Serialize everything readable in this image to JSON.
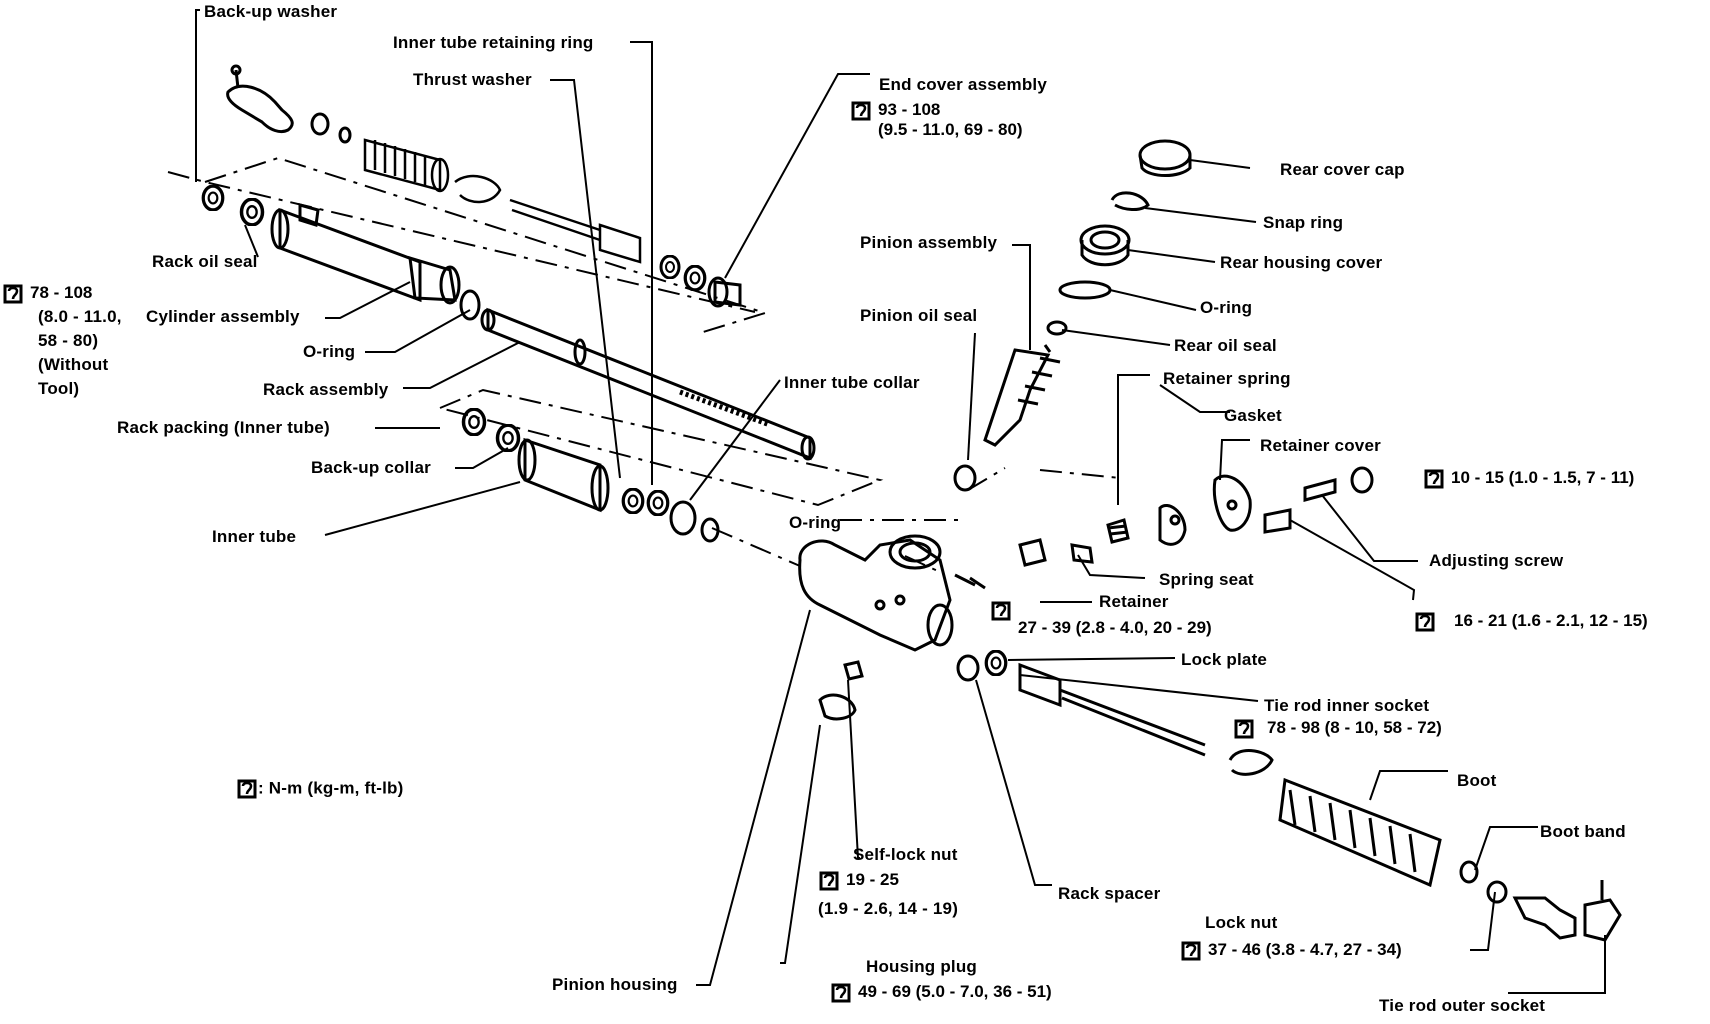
{
  "labels": {
    "backup_washer": "Back-up washer",
    "inner_tube_retaining_ring": "Inner tube retaining ring",
    "thrust_washer": "Thrust washer",
    "end_cover_assembly": "End cover assembly",
    "rear_cover_cap": "Rear cover cap",
    "snap_ring": "Snap ring",
    "rear_housing_cover": "Rear housing cover",
    "o_ring_rear": "O-ring",
    "rear_oil_seal": "Rear oil seal",
    "pinion_assembly": "Pinion assembly",
    "pinion_oil_seal": "Pinion oil seal",
    "rack_oil_seal": "Rack oil seal",
    "cylinder_assembly": "Cylinder assembly",
    "o_ring_left": "O-ring",
    "rack_assembly": "Rack assembly",
    "inner_tube_collar": "Inner tube collar",
    "retainer_spring": "Retainer spring",
    "gasket": "Gasket",
    "retainer_cover": "Retainer cover",
    "rack_packing": "Rack packing (Inner tube)",
    "backup_collar": "Back-up collar",
    "o_ring_center": "O-ring",
    "inner_tube": "Inner tube",
    "adjusting_screw": "Adjusting screw",
    "spring_seat": "Spring seat",
    "retainer": "Retainer",
    "lock_plate": "Lock plate",
    "tie_rod_inner_socket": "Tie rod inner socket",
    "boot": "Boot",
    "boot_band": "Boot band",
    "self_lock_nut": "Self-lock nut",
    "rack_spacer": "Rack spacer",
    "lock_nut": "Lock nut",
    "pinion_housing": "Pinion housing",
    "housing_plug": "Housing plug",
    "tie_rod_outer_socket": "Tie rod outer socket"
  },
  "torques": {
    "end_cover": {
      "line1": "93 - 108",
      "line2": "(9.5 - 11.0, 69 - 80)"
    },
    "cylinder": {
      "line1": "78 - 108",
      "line2": "(8.0 - 11.0,",
      "line3": "58 - 80)",
      "line4": "(Without",
      "line5": "Tool)"
    },
    "retainer_cover": {
      "line1": "10 - 15 (1.0 - 1.5, 7 - 11)"
    },
    "retainer": {
      "line1": "27 - 39  (2.8 - 4.0, 20 - 29)"
    },
    "adjusting_screw": {
      "line1": "16 - 21 (1.6 - 2.1, 12 - 15)"
    },
    "tie_rod_inner": {
      "line1": "78 - 98 (8 - 10, 58 - 72)"
    },
    "self_lock_nut": {
      "line1": "19 - 25",
      "line2": "(1.9 - 2.6, 14 - 19)"
    },
    "lock_nut": {
      "line1": "37 - 46 (3.8 - 4.7, 27 - 34)"
    },
    "housing_plug": {
      "line1": "49 - 69 (5.0 - 7.0, 36 - 51)"
    }
  },
  "legend": {
    "units": ": N-m (kg-m, ft-lb)"
  }
}
